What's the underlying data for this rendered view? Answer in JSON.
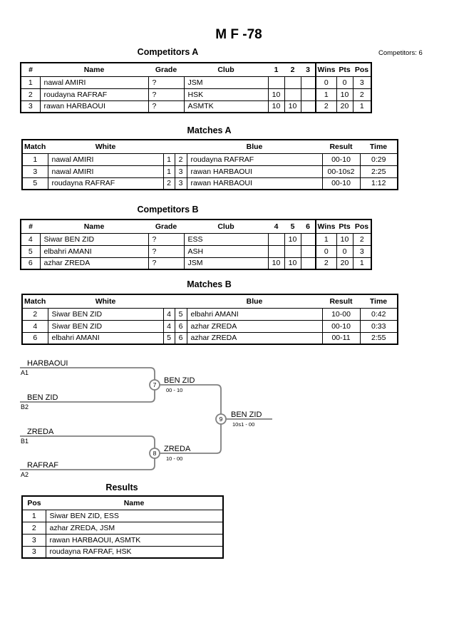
{
  "page": {
    "title": "M F -78",
    "competitors_count": "Competitors: 6"
  },
  "competitors_a": {
    "heading": "Competitors A",
    "headers": [
      "#",
      "Name",
      "Grade",
      "Club",
      "1",
      "2",
      "3",
      "Wins",
      "Pts",
      "Pos"
    ],
    "rows": [
      [
        "1",
        "nawal AMIRI",
        "?",
        "JSM",
        "",
        "",
        "",
        "0",
        "0",
        "3"
      ],
      [
        "2",
        "roudayna RAFRAF",
        "?",
        "HSK",
        "10",
        "",
        "",
        "1",
        "10",
        "2"
      ],
      [
        "3",
        "rawan HARBAOUI",
        "?",
        "ASMTK",
        "10",
        "10",
        "",
        "2",
        "20",
        "1"
      ]
    ]
  },
  "matches_a": {
    "heading": "Matches A",
    "headers": [
      "Match",
      "White",
      "",
      "",
      "Blue",
      "Result",
      "Time"
    ],
    "rows": [
      [
        "1",
        "nawal AMIRI",
        "1",
        "2",
        "roudayna RAFRAF",
        "00-10",
        "0:29"
      ],
      [
        "3",
        "nawal AMIRI",
        "1",
        "3",
        "rawan HARBAOUI",
        "00-10s2",
        "2:25"
      ],
      [
        "5",
        "roudayna RAFRAF",
        "2",
        "3",
        "rawan HARBAOUI",
        "00-10",
        "1:12"
      ]
    ]
  },
  "competitors_b": {
    "heading": "Competitors B",
    "headers": [
      "#",
      "Name",
      "Grade",
      "Club",
      "4",
      "5",
      "6",
      "Wins",
      "Pts",
      "Pos"
    ],
    "rows": [
      [
        "4",
        "Siwar BEN ZID",
        "?",
        "ESS",
        "",
        "10",
        "",
        "1",
        "10",
        "2"
      ],
      [
        "5",
        "elbahri AMANI",
        "?",
        "ASH",
        "",
        "",
        "",
        "0",
        "0",
        "3"
      ],
      [
        "6",
        "azhar ZREDA",
        "?",
        "JSM",
        "10",
        "10",
        "",
        "2",
        "20",
        "1"
      ]
    ]
  },
  "matches_b": {
    "heading": "Matches B",
    "headers": [
      "Match",
      "White",
      "",
      "",
      "Blue",
      "Result",
      "Time"
    ],
    "rows": [
      [
        "2",
        "Siwar BEN ZID",
        "4",
        "5",
        "elbahri AMANI",
        "10-00",
        "0:42"
      ],
      [
        "4",
        "Siwar BEN ZID",
        "4",
        "6",
        "azhar ZREDA",
        "00-10",
        "0:33"
      ],
      [
        "6",
        "elbahri AMANI",
        "5",
        "6",
        "azhar ZREDA",
        "00-11",
        "2:55"
      ]
    ]
  },
  "bracket": {
    "slot1": {
      "name": "HARBAOUI",
      "seed": "A1"
    },
    "slot2": {
      "name": "BEN ZID",
      "seed": "B2"
    },
    "slot3": {
      "name": "ZREDA",
      "seed": "B1"
    },
    "slot4": {
      "name": "RAFRAF",
      "seed": "A2"
    },
    "match7": {
      "number": "7",
      "winner": "BEN ZID",
      "score": "00 - 10"
    },
    "match8": {
      "number": "8",
      "winner": "ZREDA",
      "score": "10 - 00"
    },
    "match9": {
      "number": "9",
      "winner": "BEN ZID",
      "score": "10s1 - 00"
    }
  },
  "results": {
    "heading": "Results",
    "headers": [
      "Pos",
      "Name"
    ],
    "rows": [
      [
        "1",
        "Siwar BEN ZID, ESS"
      ],
      [
        "2",
        "azhar ZREDA, JSM"
      ],
      [
        "3",
        "rawan HARBAOUI, ASMTK"
      ],
      [
        "3",
        "roudayna RAFRAF, HSK"
      ]
    ]
  },
  "colors": {
    "bracket_line": "#808080",
    "table_border": "#000000"
  }
}
